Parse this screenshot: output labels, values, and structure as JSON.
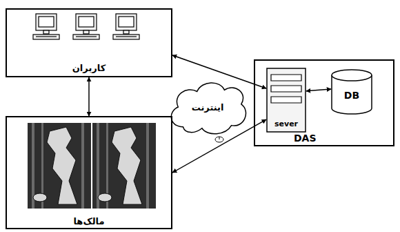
{
  "diagram": {
    "nodes": [
      {
        "text": [
          "کاربران"
        ]
      },
      {
        "text": [
          "مالک‌ها"
        ]
      },
      {
        "text": [
          "اینترنت"
        ]
      },
      {
        "text": [
          "DAS"
        ]
      },
      {
        "text": [
          "sever"
        ],
        "in": 3
      },
      {
        "text": [
          "DB"
        ],
        "in": 3
      }
    ],
    "edges": [
      {
        "from": 0,
        "to": 4,
        "arrow": "both"
      },
      {
        "from": 1,
        "to": 4,
        "arrow": "both"
      },
      {
        "from": 0,
        "to": 1,
        "arrow": "both"
      },
      {
        "from": 4,
        "to": 5,
        "arrow": "both"
      }
    ]
  }
}
